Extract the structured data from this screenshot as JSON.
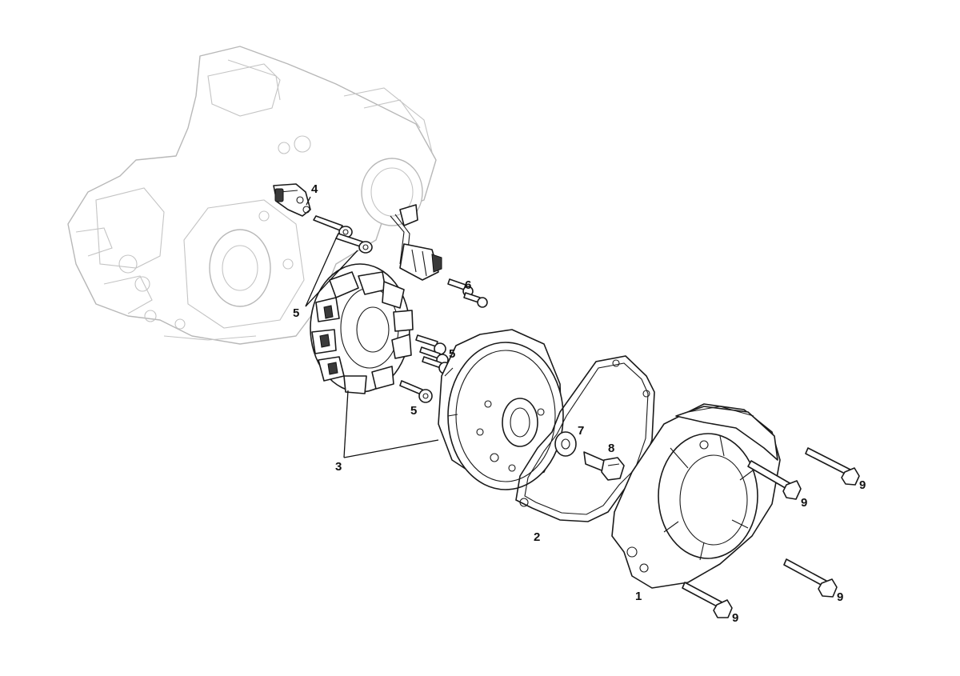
{
  "callouts": {
    "c1": "1",
    "c2": "2",
    "c3": "3",
    "c4": "4",
    "c5a": "5",
    "c5b": "5",
    "c5c": "5",
    "c6": "6",
    "c7": "7",
    "c8": "8",
    "c9a": "9",
    "c9b": "9",
    "c9c": "9",
    "c9d": "9"
  },
  "colors": {
    "line": "#1a1a1a",
    "ghost_line": "#b8b8b8",
    "background": "#ffffff"
  }
}
